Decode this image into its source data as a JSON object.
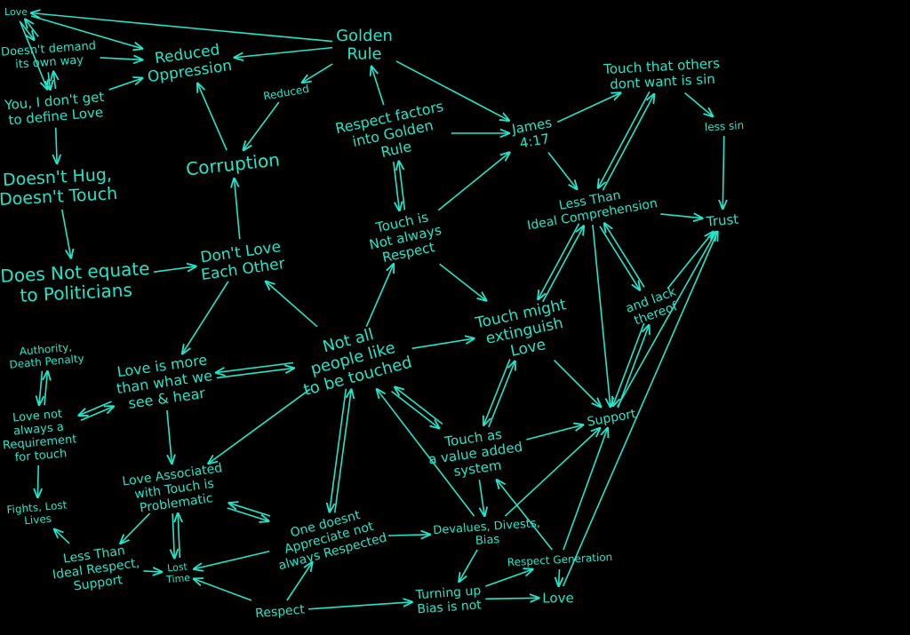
{
  "colors": {
    "background": "#000000",
    "ink": "#22e6c9"
  },
  "nodes": [
    {
      "id": "love_top",
      "lines": [
        "Love"
      ]
    },
    {
      "id": "doesnt_demand",
      "lines": [
        "Doesn't demand",
        "its own way"
      ]
    },
    {
      "id": "you_define",
      "lines": [
        "You, I don't get",
        "to define Love"
      ]
    },
    {
      "id": "doesnt_hug",
      "lines": [
        "Doesn't Hug,",
        "Doesn't Touch"
      ]
    },
    {
      "id": "not_equate",
      "lines": [
        "Does Not equate",
        "to Politicians"
      ]
    },
    {
      "id": "reduced_oppression",
      "lines": [
        "Reduced",
        "Oppression"
      ]
    },
    {
      "id": "golden",
      "lines": [
        "Golden",
        "Rule"
      ]
    },
    {
      "id": "reduced_label",
      "lines": [
        "Reduced"
      ]
    },
    {
      "id": "corruption",
      "lines": [
        "Corruption"
      ]
    },
    {
      "id": "dont_love",
      "lines": [
        "Don't Love",
        "Each Other"
      ]
    },
    {
      "id": "respect_factors",
      "lines": [
        "Respect factors",
        "into Golden",
        "Rule"
      ]
    },
    {
      "id": "touch_not_respect",
      "lines": [
        "Touch is",
        "Not always",
        "Respect"
      ]
    },
    {
      "id": "james",
      "lines": [
        "James",
        "4:17"
      ]
    },
    {
      "id": "touch_sin",
      "lines": [
        "Touch that others",
        "dont want is sin"
      ]
    },
    {
      "id": "less_sin",
      "lines": [
        "less sin"
      ]
    },
    {
      "id": "less_than_ideal",
      "lines": [
        "Less Than",
        "Ideal Comprehension"
      ]
    },
    {
      "id": "trust",
      "lines": [
        "Trust"
      ]
    },
    {
      "id": "and_lack",
      "lines": [
        "and lack",
        "thereof"
      ]
    },
    {
      "id": "touch_extinguish",
      "lines": [
        "Touch might",
        "extinguish",
        "Love"
      ]
    },
    {
      "id": "not_all",
      "lines": [
        "Not all",
        "people like",
        "to be touched"
      ]
    },
    {
      "id": "love_more",
      "lines": [
        "Love is more",
        "than what we",
        "see & hear"
      ]
    },
    {
      "id": "authority",
      "lines": [
        "Authority,",
        "Death Penalty"
      ]
    },
    {
      "id": "love_not_req",
      "lines": [
        "Love not",
        "always a",
        "Requirement",
        "for touch"
      ]
    },
    {
      "id": "support",
      "lines": [
        "Support"
      ]
    },
    {
      "id": "touch_value",
      "lines": [
        "Touch as",
        "a value added",
        "system"
      ]
    },
    {
      "id": "love_assoc",
      "lines": [
        "Love Associated",
        "with Touch is",
        "Problematic"
      ]
    },
    {
      "id": "fights",
      "lines": [
        "Fights, Lost",
        "Lives"
      ]
    },
    {
      "id": "less_respect",
      "lines": [
        "Less Than",
        "Ideal Respect,",
        "Support"
      ]
    },
    {
      "id": "lost_time",
      "lines": [
        "Lost",
        "Time"
      ]
    },
    {
      "id": "one_doesnt",
      "lines": [
        "One doesnt",
        "Appreciate not",
        "always Respected"
      ]
    },
    {
      "id": "devalues",
      "lines": [
        "Devalues, Divests,",
        "Bias"
      ]
    },
    {
      "id": "respect_gen",
      "lines": [
        "Respect Generation"
      ]
    },
    {
      "id": "turning_up",
      "lines": [
        "Turning up",
        "Bias is not"
      ]
    },
    {
      "id": "love_bottom",
      "lines": [
        "Love"
      ]
    },
    {
      "id": "respect_bottom",
      "lines": [
        "Respect"
      ]
    }
  ],
  "edges": [
    {
      "from": "golden",
      "to": "love_top"
    },
    {
      "from": "golden",
      "to": "reduced_oppression"
    },
    {
      "from": "golden",
      "to": "reduced_label"
    },
    {
      "from": "reduced_label",
      "to": "corruption"
    },
    {
      "from": "love_top",
      "to": "reduced_oppression"
    },
    {
      "from": "doesnt_demand",
      "to": "reduced_oppression"
    },
    {
      "from": "you_define",
      "to": "reduced_oppression"
    },
    {
      "from": "love_top",
      "to": "doesnt_demand",
      "both": true
    },
    {
      "from": "doesnt_demand",
      "to": "you_define",
      "both": true
    },
    {
      "from": "love_top",
      "to": "you_define"
    },
    {
      "from": "you_define",
      "to": "doesnt_hug"
    },
    {
      "from": "doesnt_hug",
      "to": "not_equate"
    },
    {
      "from": "not_equate",
      "to": "dont_love"
    },
    {
      "from": "dont_love",
      "to": "corruption"
    },
    {
      "from": "corruption",
      "to": "reduced_oppression"
    },
    {
      "from": "respect_factors",
      "to": "golden"
    },
    {
      "from": "respect_factors",
      "to": "touch_not_respect",
      "both": true
    },
    {
      "from": "respect_factors",
      "to": "james"
    },
    {
      "from": "golden",
      "to": "james"
    },
    {
      "from": "touch_not_respect",
      "to": "james"
    },
    {
      "from": "james",
      "to": "touch_sin"
    },
    {
      "from": "james",
      "to": "less_than_ideal"
    },
    {
      "from": "touch_sin",
      "to": "less_than_ideal",
      "both": true
    },
    {
      "from": "touch_sin",
      "to": "less_sin"
    },
    {
      "from": "less_sin",
      "to": "trust"
    },
    {
      "from": "less_than_ideal",
      "to": "trust"
    },
    {
      "from": "less_than_ideal",
      "to": "and_lack",
      "both": true
    },
    {
      "from": "less_than_ideal",
      "to": "touch_extinguish",
      "both": true
    },
    {
      "from": "less_than_ideal",
      "to": "support"
    },
    {
      "from": "and_lack",
      "to": "trust"
    },
    {
      "from": "support",
      "to": "and_lack",
      "both": true
    },
    {
      "from": "support",
      "to": "trust"
    },
    {
      "from": "touch_not_respect",
      "to": "touch_extinguish"
    },
    {
      "from": "not_all",
      "to": "touch_not_respect"
    },
    {
      "from": "not_all",
      "to": "dont_love"
    },
    {
      "from": "dont_love",
      "to": "love_more"
    },
    {
      "from": "not_all",
      "to": "love_more",
      "both": true
    },
    {
      "from": "not_all",
      "to": "touch_extinguish"
    },
    {
      "from": "not_all",
      "to": "touch_value",
      "both": true
    },
    {
      "from": "touch_extinguish",
      "to": "touch_value",
      "both": true
    },
    {
      "from": "touch_extinguish",
      "to": "support"
    },
    {
      "from": "touch_value",
      "to": "support"
    },
    {
      "from": "touch_value",
      "to": "devalues"
    },
    {
      "from": "devalues",
      "to": "not_all"
    },
    {
      "from": "not_all",
      "to": "love_assoc"
    },
    {
      "from": "not_all",
      "to": "one_doesnt",
      "both": true
    },
    {
      "from": "love_more",
      "to": "love_assoc"
    },
    {
      "from": "love_more",
      "to": "love_not_req",
      "both": true
    },
    {
      "from": "authority",
      "to": "love_not_req",
      "both": true
    },
    {
      "from": "love_not_req",
      "to": "fights"
    },
    {
      "from": "less_respect",
      "to": "fights"
    },
    {
      "from": "love_assoc",
      "to": "less_respect"
    },
    {
      "from": "love_assoc",
      "to": "lost_time",
      "both": true
    },
    {
      "from": "love_assoc",
      "to": "one_doesnt",
      "both": true
    },
    {
      "from": "less_respect",
      "to": "lost_time"
    },
    {
      "from": "one_doesnt",
      "to": "lost_time"
    },
    {
      "from": "one_doesnt",
      "to": "devalues"
    },
    {
      "from": "respect_bottom",
      "to": "one_doesnt"
    },
    {
      "from": "respect_bottom",
      "to": "lost_time"
    },
    {
      "from": "respect_bottom",
      "to": "turning_up"
    },
    {
      "from": "devalues",
      "to": "turning_up"
    },
    {
      "from": "turning_up",
      "to": "respect_gen"
    },
    {
      "from": "turning_up",
      "to": "love_bottom"
    },
    {
      "from": "respect_gen",
      "to": "love_bottom"
    },
    {
      "from": "respect_gen",
      "to": "support"
    },
    {
      "from": "respect_gen",
      "to": "touch_value"
    },
    {
      "from": "love_bottom",
      "to": "trust"
    },
    {
      "from": "devalues",
      "to": "support"
    }
  ]
}
